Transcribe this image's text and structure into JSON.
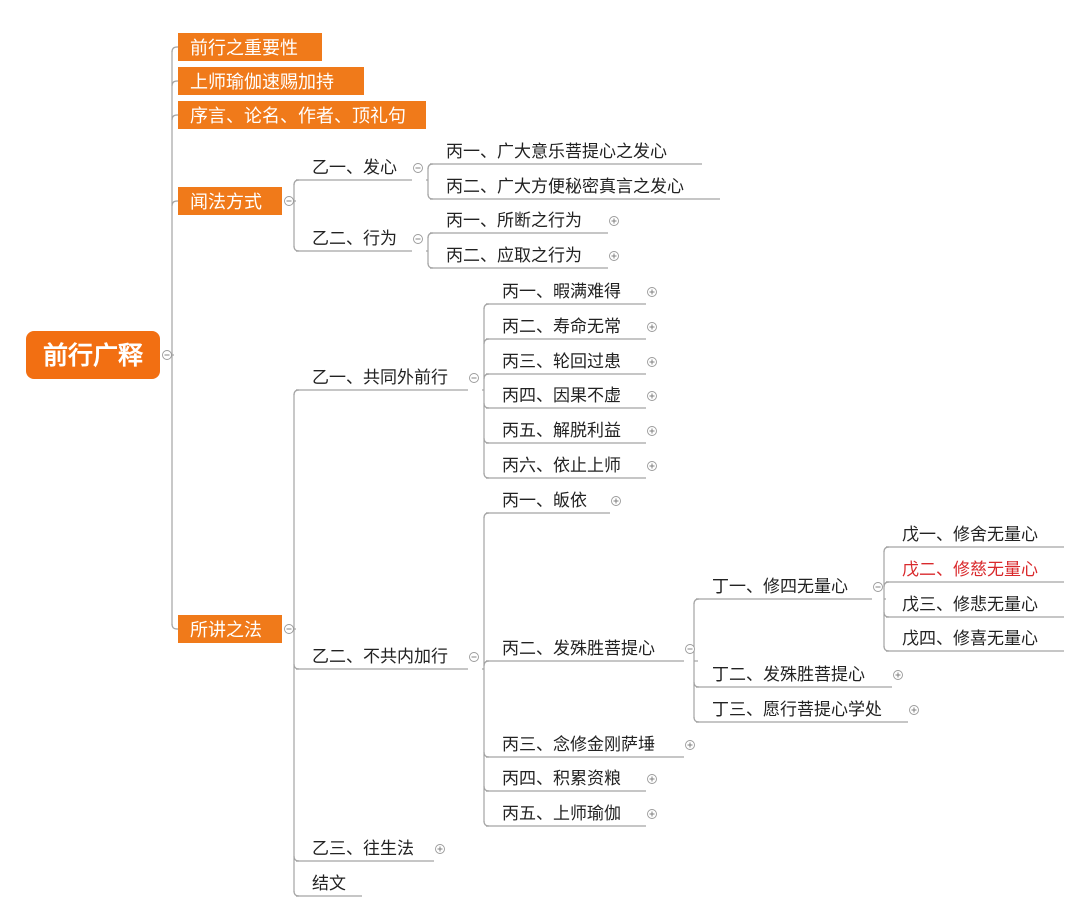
{
  "colors": {
    "orange": "#f07a1a",
    "root_orange": "#f26f12",
    "line": "#a3a3a3",
    "text": "#222222",
    "highlight": "#d9292c",
    "white": "#ffffff"
  },
  "nodes": {
    "root": "前行广释",
    "a1": "前行之重要性",
    "a2": "上师瑜伽速赐加持",
    "a3": "序言、论名、作者、顶礼句",
    "a4": "闻法方式",
    "a5": "所讲之法",
    "b1": "乙一、发心",
    "b2": "乙二、行为",
    "b3": "乙一、共同外前行",
    "b4": "乙二、不共内加行",
    "b5": "乙三、往生法",
    "b6": "结文",
    "c1": "丙一、广大意乐菩提心之发心",
    "c2": "丙二、广大方便秘密真言之发心",
    "c3": "丙一、所断之行为",
    "c4": "丙二、应取之行为",
    "d1": "丙一、暇满难得",
    "d2": "丙二、寿命无常",
    "d3": "丙三、轮回过患",
    "d4": "丙四、因果不虚",
    "d5": "丙五、解脱利益",
    "d6": "丙六、依止上师",
    "e1": "丙一、皈依",
    "e2": "丙二、发殊胜菩提心",
    "e3": "丙三、念修金刚萨埵",
    "e4": "丙四、积累资粮",
    "e5": "丙五、上师瑜伽",
    "f1": "丁一、修四无量心",
    "f2": "丁二、发殊胜菩提心",
    "f3": "丁三、愿行菩提心学处",
    "g1": "戊一、修舍无量心",
    "g2": "戊二、修慈无量心",
    "g3": "戊三、修悲无量心",
    "g4": "戊四、修喜无量心"
  }
}
